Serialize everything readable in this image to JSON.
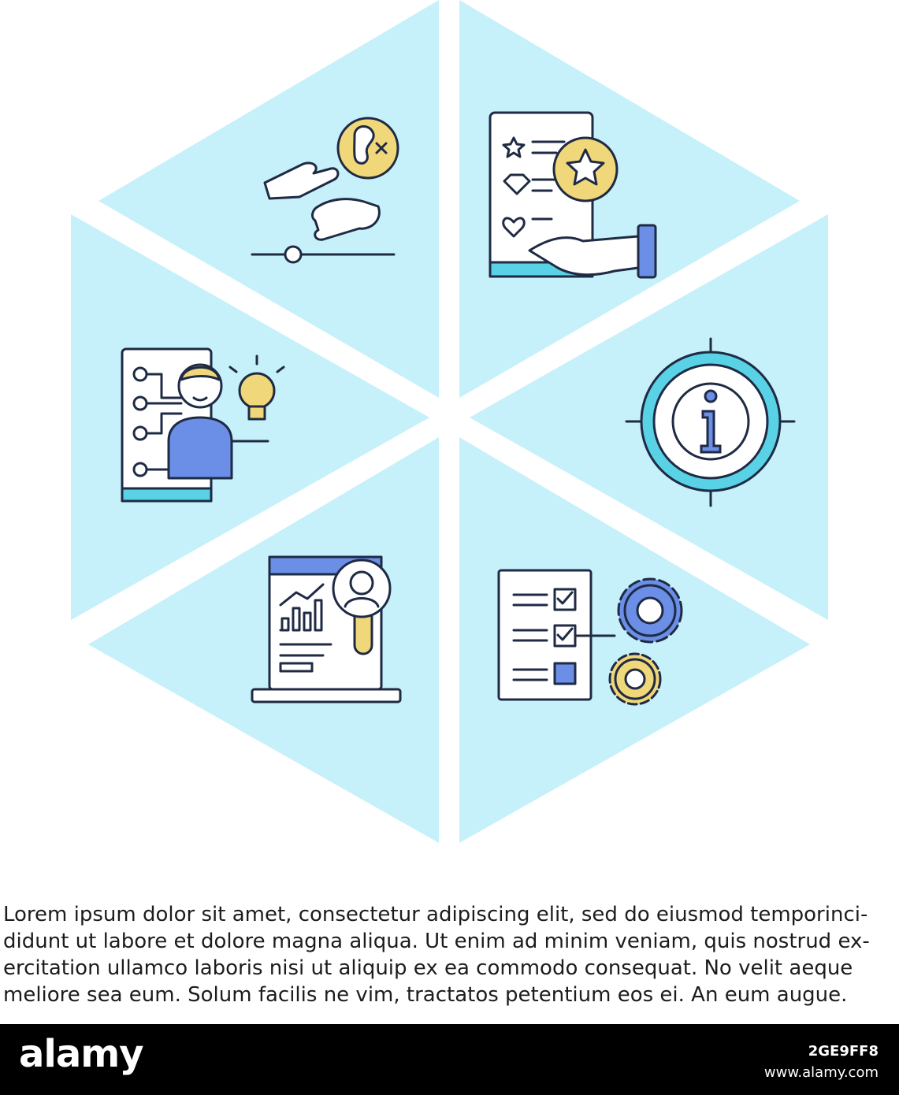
{
  "icons": [
    {
      "name": "sign-language-hearing-icon"
    },
    {
      "name": "rating-feedback-icon"
    },
    {
      "name": "mentor-idea-icon"
    },
    {
      "name": "info-target-icon"
    },
    {
      "name": "online-analytics-profile-icon"
    },
    {
      "name": "checklist-settings-icon"
    }
  ],
  "colors": {
    "panel": "#c6f0fa",
    "outline": "#1f2a44",
    "yellow": "#f0d77a",
    "blue": "#6b8fe6",
    "cyan": "#5ad2e6"
  },
  "text_lines": [
    "Lorem ipsum dolor sit amet, consectetur adipiscing elit, sed do eiusmod temporinci-",
    "didunt ut labore et dolore magna aliqua. Ut enim ad minim veniam, quis nostrud ex-",
    "ercitation ullamco laboris nisi ut aliquip ex ea commodo consequat. No velit aeque",
    "meliore sea eum. Solum facilis ne vim, tractatos petentium eos ei. An eum augue."
  ],
  "footer": {
    "brand": "alamy",
    "image_id": "2GE9FF8",
    "site": "www.alamy.com"
  }
}
